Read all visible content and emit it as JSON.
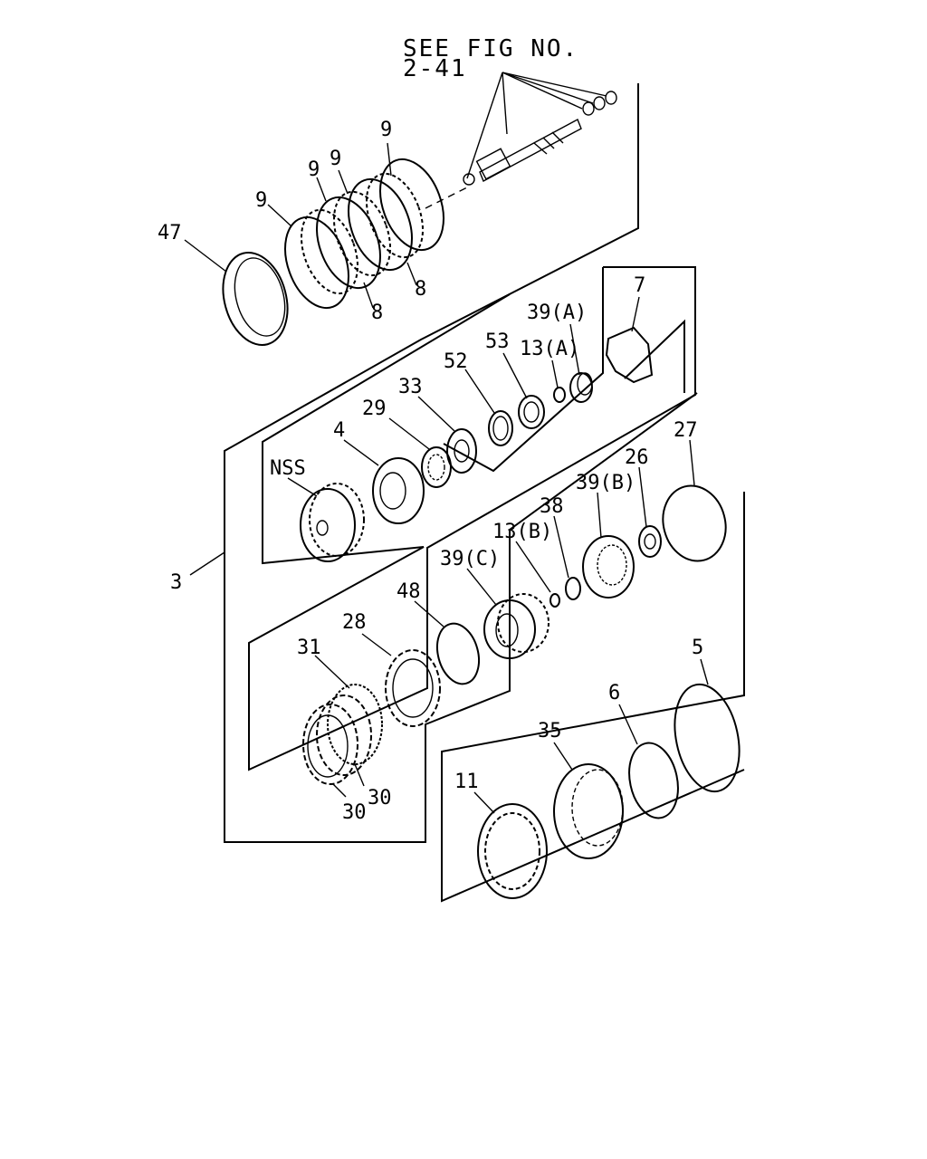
{
  "title": {
    "line1": "SEE FIG NO.",
    "line2": "2-41"
  },
  "labels": {
    "p9a": "9",
    "p9b": "9",
    "p9c": "9",
    "p9d": "9",
    "p47": "47",
    "p8a": "8",
    "p8b": "8",
    "p7": "7",
    "p39a": "39(A)",
    "p53": "53",
    "p13a": "13(A)",
    "p52": "52",
    "p33": "33",
    "p29": "29",
    "p4": "4",
    "nss": "NSS",
    "p3": "3",
    "p27": "27",
    "p26": "26",
    "p39b": "39(B)",
    "p38": "38",
    "p13b": "13(B)",
    "p39c": "39(C)",
    "p48": "48",
    "p28": "28",
    "p31": "31",
    "p30a": "30",
    "p30b": "30",
    "p5": "5",
    "p6": "6",
    "p35": "35",
    "p11": "11"
  }
}
